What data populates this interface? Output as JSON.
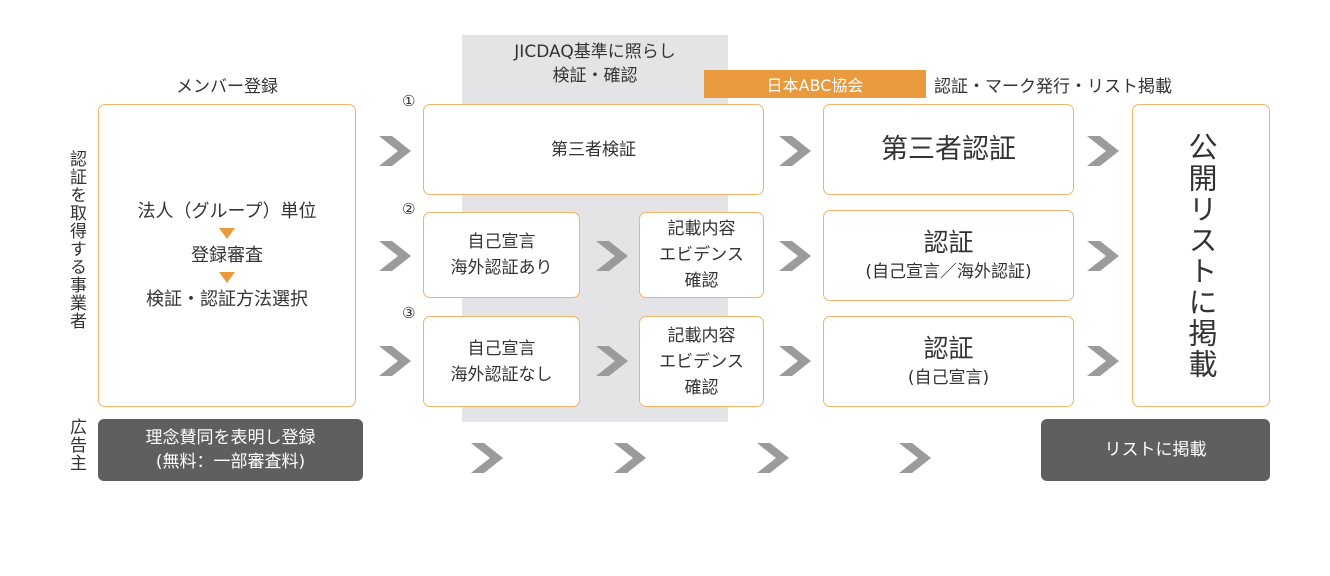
{
  "shaded_header": {
    "line1": "JICDAQ基準に照らし",
    "line2": "検証・確認"
  },
  "headers": {
    "member": "メンバー登録",
    "abc": "日本ABC協会",
    "cert": "認証・マーク発行・リスト掲載"
  },
  "side_labels": {
    "business": "認証を取得する事業者",
    "advertiser": "広告主"
  },
  "member_steps": [
    "法人（グループ）単位",
    "登録審査",
    "検証・認証方法選択"
  ],
  "markers": [
    "①",
    "②",
    "③"
  ],
  "row1": {
    "verify": "第三者検証",
    "cert": "第三者認証"
  },
  "row2": {
    "self": [
      "自己宣言",
      "海外認証あり"
    ],
    "confirm": [
      "記載内容",
      "エビデンス",
      "確認"
    ],
    "cert_title": "認証",
    "cert_sub": "(自己宣言／海外認証)"
  },
  "row3": {
    "self": [
      "自己宣言",
      "海外認証なし"
    ],
    "confirm": [
      "記載内容",
      "エビデンス",
      "確認"
    ],
    "cert_title": "認証",
    "cert_sub": "(自己宣言)"
  },
  "public_list": "公開リストに掲載",
  "advertiser": {
    "line1": "理念賛同を表明し登録",
    "line2": "(無料：一部審査料)",
    "list": "リストに掲載"
  },
  "colors": {
    "orange": "#e89a3c",
    "border": "#f0b56a",
    "gray_box": "#5f5f5f",
    "arrow": "#9b9b9b",
    "shade": "#e4e4e6"
  }
}
